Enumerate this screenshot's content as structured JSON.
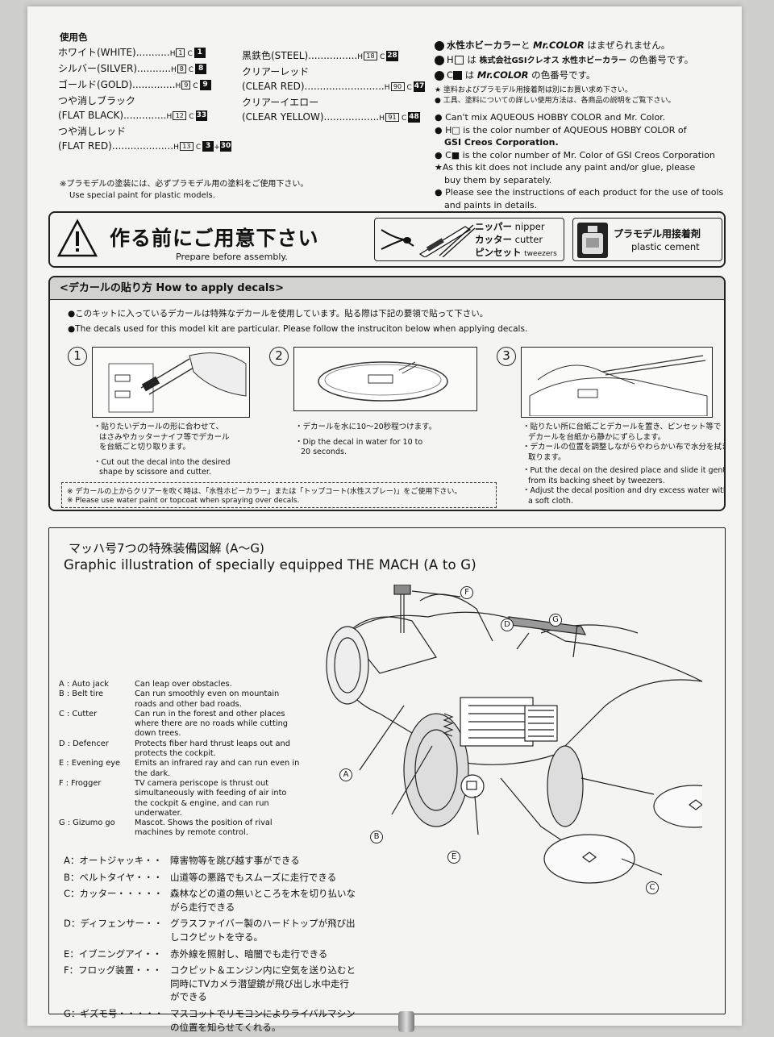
{
  "colors": {
    "title": "使用色",
    "left": [
      {
        "jp": "ホワイト(WHITE)",
        "dots": "...........",
        "h": "1",
        "c": "1"
      },
      {
        "jp": "シルバー(SILVER)",
        "dots": "...........",
        "h": "8",
        "c": "8"
      },
      {
        "jp": "ゴールド(GOLD)",
        "dots": "..............",
        "h": "9",
        "c": "9"
      },
      {
        "jp": "つや消しブラック",
        "dots": "",
        "h": "",
        "c": ""
      },
      {
        "jp": "(FLAT BLACK)",
        "dots": "..............",
        "h": "12",
        "c": "33"
      },
      {
        "jp": "つや消しレッド",
        "dots": "",
        "h": "",
        "c": ""
      },
      {
        "jp": "(FLAT RED)",
        "dots": "....................",
        "h": "13",
        "c": "3",
        "plus": "30"
      }
    ],
    "right": [
      {
        "jp": "黒鉄色(STEEL)",
        "dots": "................",
        "h": "18",
        "c": "28"
      },
      {
        "jp": "クリアーレッド",
        "dots": "",
        "h": "",
        "c": ""
      },
      {
        "jp": "(CLEAR RED)",
        "dots": "..........................",
        "h": "90",
        "c": "47"
      },
      {
        "jp": "クリアーイエロー",
        "dots": "",
        "h": "",
        "c": ""
      },
      {
        "jp": "(CLEAR YELLOW)",
        "dots": "..................",
        "h": "91",
        "c": "48"
      }
    ],
    "h_prefix": "H",
    "c_prefix": "C",
    "plastic_note_jp": "※プラモデルの塗装には、必ずプラモデル用の塗料をご使用下さい。",
    "plastic_note_en": "Use special paint for plastic models."
  },
  "notes": [
    {
      "pre": "水性ホビーカラー",
      "mid": "と",
      "brand": "Mr.COLOR",
      "post": "はまぜられません。"
    },
    {
      "pre": "H",
      "mid": "は",
      "brand": "株式会社GSIクレオス 水性ホビーカラー",
      "post": "の色番号です。"
    },
    {
      "pre": "C",
      "mid": "は",
      "brand": "Mr.COLOR",
      "post": "の色番号です。"
    }
  ],
  "notes_small": [
    "★ 塗料およびプラモデル用接着剤は別にお買い求め下さい。",
    "● 工具、塗料についての詳しい使用方法は、各商品の説明をご覧下さい。"
  ],
  "notes_en": [
    "● Can't mix AQUEOUS HOBBY COLOR and Mr. Color.",
    "● H□ is the color number of AQUEOUS HOBBY COLOR of",
    "GSI Creos Corporation.",
    "● C■ is the color number of Mr. Color of GSI Creos Corporation",
    "★As this kit does not include any paint and/or glue, please",
    "buy them by separately.",
    "● Please see the instructions of each product for the use of tools",
    "and paints in details."
  ],
  "prepare": {
    "title_jp": "作る前にご用意下さい",
    "title_en": "Prepare before assembly.",
    "tools": [
      {
        "jp": "ニッパー",
        "en": "nipper"
      },
      {
        "jp": "カッター",
        "en": "cutter"
      },
      {
        "jp": "ピンセット",
        "en": "tweezers"
      }
    ],
    "cement_jp": "プラモデル用接着剤",
    "cement_en": "plastic cement"
  },
  "decals": {
    "header": "<デカールの貼り方 How to apply decals>",
    "intro_jp": "●このキットに入っているデカールは特殊なデカールを使用しています。貼る際は下記の要領で貼って下さい。",
    "intro_en": "●The decals used for this model kit are particular. Please follow the instruciton below when applying decals.",
    "steps": [
      {
        "num": "1",
        "jp": [
          "・貼りたいデカールの形に合わせて、",
          "はさみやカッターナイフ等でデカール",
          "を台紙ごと切り取ります。"
        ],
        "en": [
          "・Cut out the decal into the desired",
          "shape by scissore and cutter."
        ]
      },
      {
        "num": "2",
        "jp": [
          "・デカールを水に10～20秒程つけます。"
        ],
        "en": [
          "・Dip the decal in water for 10 to",
          "20 seconds."
        ]
      },
      {
        "num": "3",
        "jp": [
          "・貼りたい所に台紙ごとデカールを置き、ピンセット等で",
          "デカールを台紙から静かにずらします。",
          "・デカールの位置を調整しながらやわらかい布で水分を拭き",
          "取ります。"
        ],
        "en": [
          "・Put the decal on the desired place and slide it gently",
          "from its backing sheet by tweezers.",
          "・Adjust the decal position and dry excess water with",
          "a soft cloth."
        ]
      }
    ],
    "foot_jp": "※ デカールの上からクリアーを吹く時は、「水性ホビーカラー」または「トップコート(水性スプレー)」をご使用下さい。",
    "foot_en": "※ Please use water paint or topcoat when spraying over decals."
  },
  "mach": {
    "title_jp": "マッハ号7つの特殊装備図解 (A～G)",
    "title_en": "Graphic illustration of specially equipped THE MACH (A to G)",
    "en_items": [
      {
        "k": "A : Auto jack",
        "lines": [
          "Can leap over obstacles."
        ]
      },
      {
        "k": "B : Belt tire",
        "lines": [
          "Can run smoothly even on mountain",
          "roads and other bad roads."
        ]
      },
      {
        "k": "C : Cutter",
        "lines": [
          "Can run in the forest and other places",
          "where there are no roads while cutting",
          "down trees."
        ]
      },
      {
        "k": "D : Defencer",
        "lines": [
          "Protects fiber hard thrust leaps out and",
          "protects the cockpit."
        ]
      },
      {
        "k": "E : Evening eye",
        "lines": [
          "Emits an infrared ray and can run even in",
          "the dark."
        ]
      },
      {
        "k": "F : Frogger",
        "lines": [
          "TV camera periscope is thrust out",
          "simultaneously with feeding of air into",
          "the cockpit & engine, and can run",
          "underwater."
        ]
      },
      {
        "k": "G : Gizumo go",
        "lines": [
          "Mascot. Shows the position of rival",
          "machines by remote control."
        ]
      }
    ],
    "jp_items": [
      {
        "k": "A：オートジャッキ・・",
        "lines": [
          "障害物等を跳び越す事ができる"
        ]
      },
      {
        "k": "B：ベルトタイヤ・・・",
        "lines": [
          "山道等の悪路でもスムーズに走行できる"
        ]
      },
      {
        "k": "C：カッター・・・・・",
        "lines": [
          "森林などの道の無いところを木を切り払いな",
          "がら走行できる"
        ]
      },
      {
        "k": "D：ディフェンサー・・",
        "lines": [
          "グラスファイバー製のハードトップが飛び出",
          "しコクピットを守る。"
        ]
      },
      {
        "k": "E：イブニングアイ・・",
        "lines": [
          "赤外線を照射し、暗闇でも走行できる"
        ]
      },
      {
        "k": "F：フロッグ装置・・・",
        "lines": [
          "コクピット＆エンジン内に空気を送り込むと",
          "同時にTVカメラ潜望鏡が飛び出し水中走行",
          "ができる"
        ]
      },
      {
        "k": "G：ギズモ号・・・・・",
        "lines": [
          "マスコットでリモコンによりライバルマシン",
          "の位置を知らせてくれる。"
        ]
      }
    ],
    "labels": [
      "A",
      "B",
      "C",
      "D",
      "E",
      "F",
      "G"
    ]
  }
}
